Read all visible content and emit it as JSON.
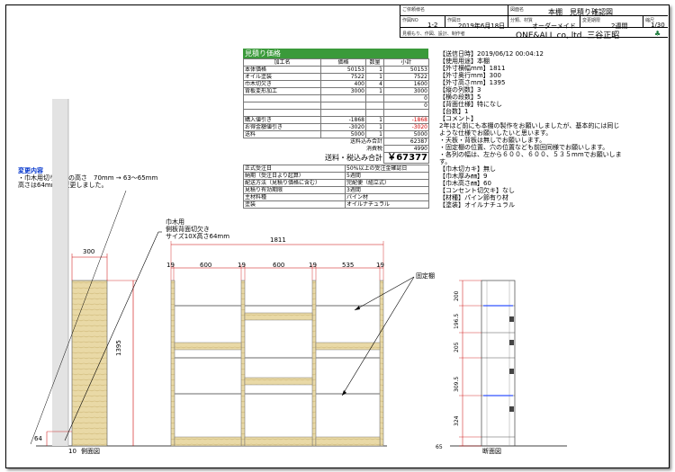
{
  "title_block": {
    "company_caption": "ご依頼様名",
    "drawing_caption": "図面名",
    "drawing_name": "本棚　見積り確認図",
    "drawing_no_caption": "作図NO",
    "drawing_no": "1-2",
    "date_caption": "作図日",
    "date": "2019年6月18日",
    "category_caption": "分類、材質",
    "category": "オーダーメイド",
    "period_caption": "変更期限",
    "period": "2週間",
    "scale_caption": "縮尺",
    "scale": "1/30",
    "maker_caption": "見積もり、作図、設計、制作者",
    "maker": "ONE&ALL co,.ltd. 三谷正昭"
  },
  "estimate": {
    "header": "見積り価格",
    "columns": [
      "加工名",
      "価格",
      "数量",
      "小計"
    ],
    "rows": [
      [
        "本体価格",
        "50153",
        "1",
        "50153"
      ],
      [
        "オイル塗装",
        "7522",
        "1",
        "7522"
      ],
      [
        "巾木切欠き",
        "400",
        "4",
        "1600"
      ],
      [
        "背板変形加工",
        "3000",
        "1",
        "3000"
      ],
      [
        "",
        "",
        "",
        "0"
      ],
      [
        "",
        "",
        "",
        "0"
      ],
      [
        "",
        "",
        "",
        ""
      ],
      [
        "購入値引き",
        "-1868",
        "1",
        "-1868"
      ],
      [
        "お得金額値引き",
        "-3020",
        "1",
        "-3020"
      ],
      [
        "送料",
        "5000",
        "1",
        "5000"
      ]
    ],
    "postage_label": "送料込み合計",
    "postage_value": "62387",
    "tax_label": "消費税",
    "tax_value": "4990",
    "total_label": "送料・税込み合計",
    "total_value": "￥67377",
    "info_rows": [
      [
        "正式受注日",
        "50%以上の受注金確認日"
      ],
      [
        "納期（受注日より起算）",
        "5週間"
      ],
      [
        "配送方法（見積り価格に含む）",
        "完配便（組立式）"
      ],
      [
        "見積り有効期限",
        "3週間"
      ],
      [
        "主材料種",
        "パイン材"
      ],
      [
        "塗装",
        "オイルナチュラル"
      ]
    ]
  },
  "specs": {
    "lines": [
      "【送信日時】2019/06/12 00:04:12",
      "【使用用途】本棚",
      "【外寸横幅mm】1811",
      "【外寸奥行mm】300",
      "【外寸高さmm】1395",
      "【縦の列数】3",
      "【横の段数】5",
      "【背面仕様】特になし",
      "【台数】1",
      "【コメント】",
      "2年ほど前にも本棚の製作をお願いしましたが、基本的には同じ",
      "ような仕様でお願いしたいと思います。",
      "・天板・背板は無しでお願いします。",
      "・固定棚の位置、穴の位置なども前回同様でお願いします。",
      "・各列の幅は、左から６００、６００、５３５mmでお願いしま",
      "す。",
      "【巾木切カキ】無し",
      "【巾木厚み㎜】9",
      "【巾木高さ㎜】60",
      "【コンセント切欠キ】なし",
      "【材種】パイン節有り材",
      "【塗装】オイルナチュラル"
    ]
  },
  "change_note": {
    "title": "変更内容",
    "lines": [
      "・巾木用切りカキの高さ　70mm → 63～65mm",
      "高さは64mmに変更しました。"
    ]
  },
  "drawing": {
    "notch_note": [
      "巾木用",
      "側板背面切欠き",
      "サイズ10X高さ64mm"
    ],
    "fixed_shelf_label": "固定棚",
    "side_view_label": "側面図",
    "section_view_label": "断面図",
    "dim_depth": "300",
    "dim_height": "1395",
    "dim_width": "1811",
    "dim_notch_h": "64",
    "dim_notch_w": "10",
    "bays": [
      "600",
      "600",
      "535"
    ],
    "board": "19",
    "section_dims": [
      "200",
      "196.5",
      "205",
      "309.5",
      "324",
      "65"
    ]
  }
}
